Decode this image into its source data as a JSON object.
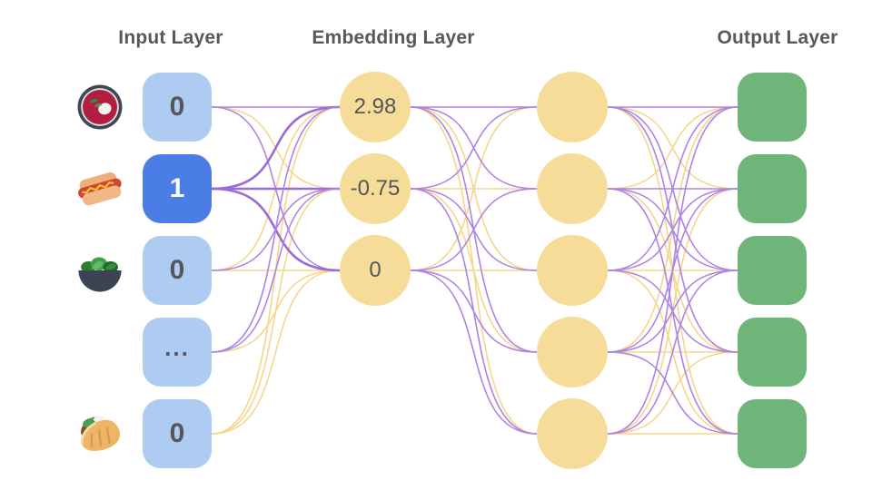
{
  "titles": {
    "input": "Input Layer",
    "embedding": "Embedding Layer",
    "output": "Output Layer"
  },
  "input_layer": {
    "nodes": [
      {
        "value": "0",
        "icon": "soup-bowl",
        "active": false
      },
      {
        "value": "1",
        "icon": "hot-dog",
        "active": true
      },
      {
        "value": "0",
        "icon": "salad",
        "active": false
      },
      {
        "value": "...",
        "icon": "none",
        "active": false
      },
      {
        "value": "0",
        "icon": "stuffed-flatbread",
        "active": false
      }
    ]
  },
  "embedding_layer": {
    "nodes": [
      {
        "value": "2.98"
      },
      {
        "value": "-0.75"
      },
      {
        "value": "0"
      }
    ]
  },
  "hidden_layer": {
    "node_count": 5
  },
  "output_layer": {
    "node_count": 5
  },
  "colors": {
    "background": "#ffffff",
    "title_text": "#58585a",
    "value_text": "#55575c",
    "node_blue": "#aecbf1",
    "node_blue_active": "#4a7ee4",
    "node_yellow": "#f6dc99",
    "node_green": "#6fb57a",
    "edge": {
      "purple": "#ae84e3",
      "yellow": "#f6d58c",
      "active": "#9c6bd8"
    }
  },
  "edges": {
    "input_embedding": [
      "p",
      "y",
      "p",
      "P",
      "P",
      "P",
      "y",
      "p",
      "y",
      "p",
      "p",
      "y",
      "y",
      "y",
      "y"
    ],
    "embedding_hidden": [
      "p",
      "p",
      "y",
      "p",
      "y",
      "p",
      "y",
      "p",
      "y",
      "p",
      "y",
      "p",
      "y",
      "p",
      "p"
    ],
    "hidden_output": [
      "p",
      "y",
      "p",
      "p",
      "y",
      "y",
      "p",
      "p",
      "y",
      "p",
      "p",
      "p",
      "y",
      "p",
      "y",
      "y",
      "p",
      "p",
      "y",
      "p",
      "p",
      "y",
      "p",
      "y",
      "y"
    ]
  }
}
